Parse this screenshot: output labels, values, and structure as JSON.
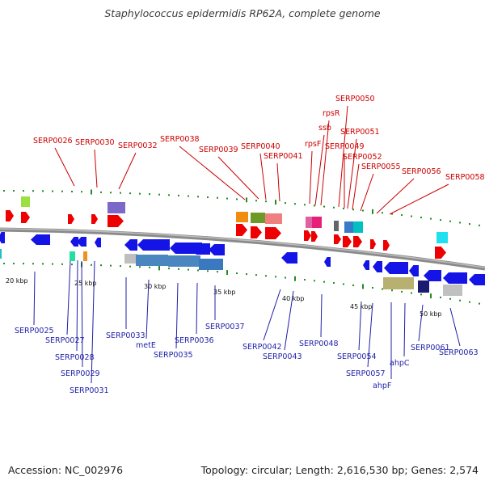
{
  "title": "Staphylococcus epidermidis RP62A, complete genome",
  "footer": {
    "accession": "Accession: NC_002976",
    "topology": "Topology: circular; Length: 2,616,530 bp; Genes: 2,574"
  },
  "colors": {
    "red_label": "#cc0000",
    "blue_label": "#1f1fa8",
    "backbone": "#8a8a8a",
    "tick": "#228b22"
  },
  "kbp_labels": [
    "20 kbp",
    "25 kbp",
    "30 kbp",
    "35 kbp",
    "40 kbp",
    "45 kbp",
    "50 kbp"
  ],
  "top_labels": [
    "SERP0026",
    "SERP0030",
    "SERP0032",
    "SERP0038",
    "SERP0039",
    "SERP0040",
    "SERP0041",
    "rpsF",
    "ssb",
    "rpsR",
    "SERP0050",
    "SERP0049",
    "SERP0051",
    "SERP0052",
    "SERP0055",
    "SERP0056",
    "SERP0058"
  ],
  "bottom_labels": [
    "SERP0025",
    "SERP0027",
    "SERP0028",
    "SERP0029",
    "SERP0031",
    "SERP0033",
    "metE",
    "SERP0035",
    "SERP0036",
    "SERP0037",
    "SERP0042",
    "SERP0043",
    "SERP0048",
    "SERP0054",
    "SERP0057",
    "ahpF",
    "ahpC",
    "SERP0061",
    "SERP0063"
  ]
}
